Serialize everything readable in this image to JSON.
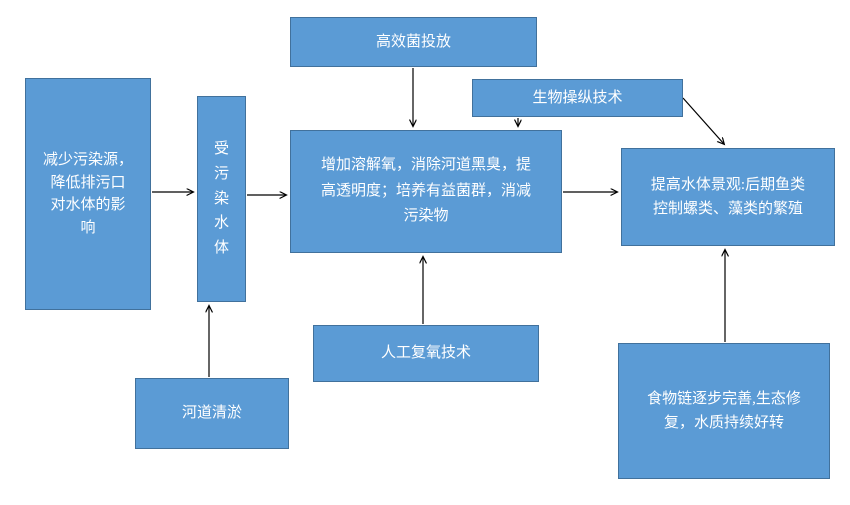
{
  "colors": {
    "box_fill": "#5B9BD5",
    "box_border": "#41719C",
    "box_text": "#FFFFFF",
    "arrow": "#000000",
    "background": "#FFFFFF"
  },
  "nodes": {
    "reduce_source": {
      "label": "减少污染源，\n降低排污口\n对水体的影\n响"
    },
    "polluted_water": {
      "label": "受\n污\n染\n水\n体"
    },
    "bacteria_dosing": {
      "label": "高效菌投放"
    },
    "bio_manipulation": {
      "label": "生物操纵技术"
    },
    "core_treatment": {
      "label": "增加溶解氧，消除河道黑臭，提\n高透明度；培养有益菌群，消减\n污染物"
    },
    "water_landscape": {
      "label": "提高水体景观:后期鱼类\n控制螺类、藻类的繁殖"
    },
    "reoxygenation": {
      "label": "人工复氧技术"
    },
    "dredging": {
      "label": "河道清淤"
    },
    "food_chain": {
      "label": "食物链逐步完善,生态修\n复，水质持续好转"
    }
  },
  "edges": [
    {
      "from": "reduce_source",
      "to": "polluted_water"
    },
    {
      "from": "polluted_water",
      "to": "core_treatment"
    },
    {
      "from": "bacteria_dosing",
      "to": "core_treatment"
    },
    {
      "from": "bio_manipulation",
      "to": "core_treatment"
    },
    {
      "from": "bio_manipulation",
      "to": "water_landscape"
    },
    {
      "from": "core_treatment",
      "to": "water_landscape"
    },
    {
      "from": "reoxygenation",
      "to": "core_treatment"
    },
    {
      "from": "dredging",
      "to": "polluted_water"
    },
    {
      "from": "food_chain",
      "to": "water_landscape"
    }
  ]
}
